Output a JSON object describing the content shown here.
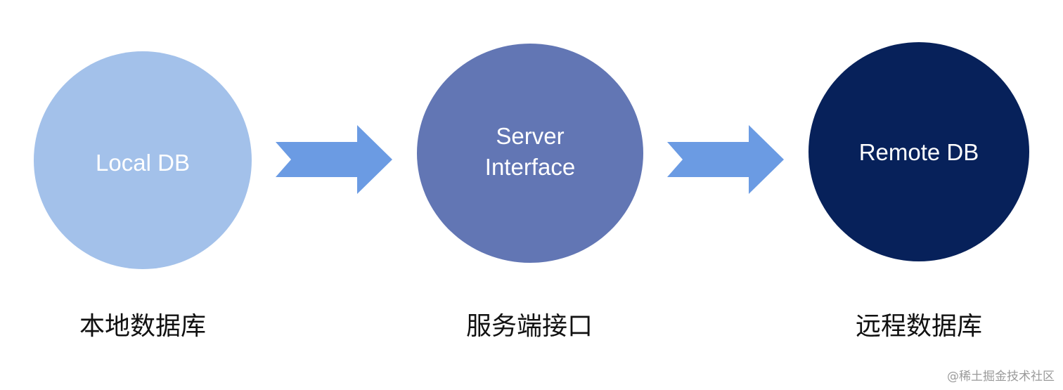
{
  "diagram": {
    "nodes": [
      {
        "id": "local",
        "label": "Local DB",
        "caption": "本地数据库",
        "color": "#a3c1ea"
      },
      {
        "id": "server",
        "label": "Server\nInterface",
        "caption": "服务端接口",
        "color": "#6276b4"
      },
      {
        "id": "remote",
        "label": "Remote DB",
        "caption": "远程数据库",
        "color": "#07215a"
      }
    ],
    "arrow_color": "#6b9be3"
  },
  "watermark": "@稀土掘金技术社区"
}
